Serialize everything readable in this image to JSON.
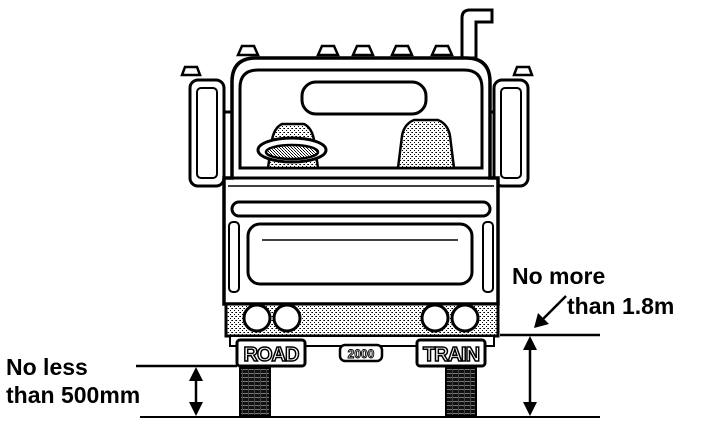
{
  "diagram": {
    "max_height_label": {
      "line1": "No more",
      "line2": "than 1.8m"
    },
    "min_height_label": {
      "line1": "No less",
      "line2": "than 500mm"
    },
    "plate_left": "ROAD",
    "plate_center": "2000",
    "plate_right": "TRAIN",
    "ink_color": "#000000",
    "background_color": "#ffffff"
  }
}
